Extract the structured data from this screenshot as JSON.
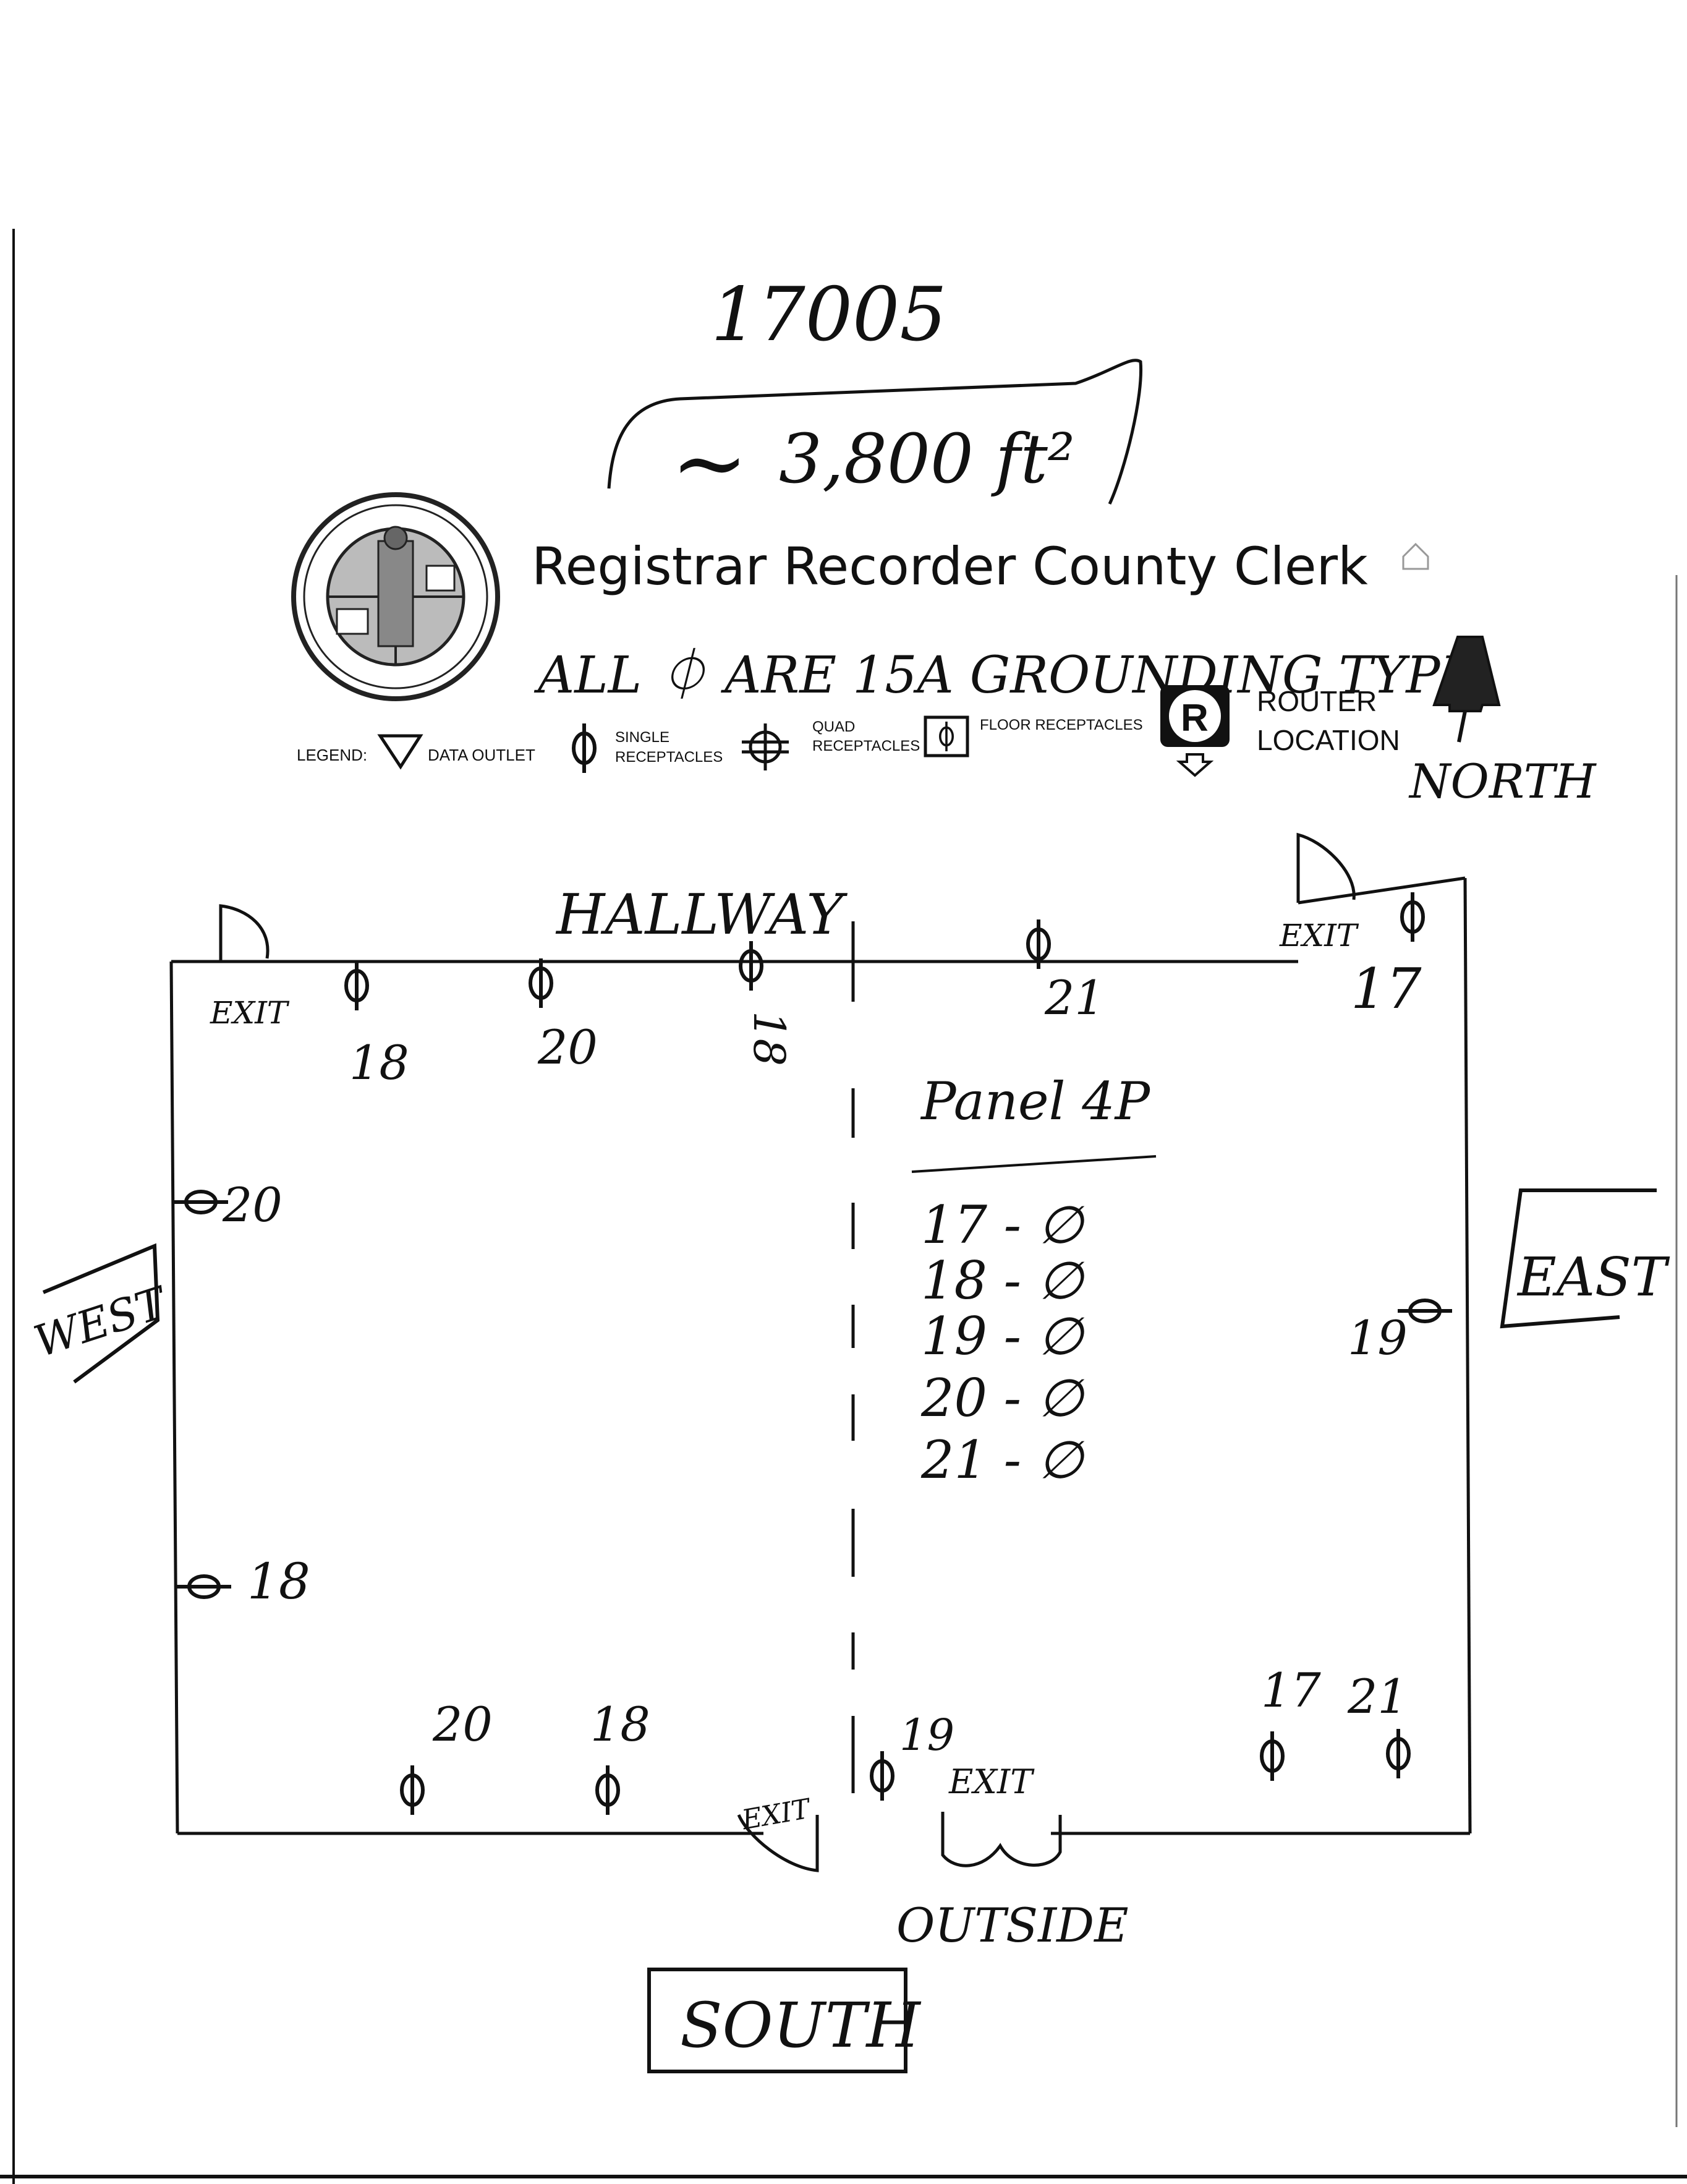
{
  "header": {
    "site_number": "17005",
    "area": "3,800 ft²",
    "agency_title": "Registrar Recorder County Clerk",
    "note": "ALL ⏀ ARE 15A GROUNDING TYPE"
  },
  "legend": {
    "label": "LEGEND:",
    "data_outlet": "DATA OUTLET",
    "single_receptacles": [
      "SINGLE",
      "RECEPTACLES"
    ],
    "quad_receptacles": [
      "QUAD",
      "RECEPTACLES"
    ],
    "floor_receptacles": "FLOOR RECEPTACLES",
    "router_symbol": "R",
    "router_location": [
      "ROUTER",
      "LOCATION"
    ]
  },
  "compass": {
    "north": "NORTH",
    "south": "SOUTH",
    "east": "EAST",
    "west": "WEST"
  },
  "room": {
    "hallway": "HALLWAY",
    "outside": "OUTSIDE",
    "exit_label": "EXIT"
  },
  "panel": {
    "title": "Panel 4P",
    "rows": [
      "17 - ∅",
      "18 - ∅",
      "19 - ∅",
      "20 - ∅",
      "21 - ∅"
    ]
  },
  "circuits": {
    "north_1": "18",
    "north_2": "20",
    "north_3": "18",
    "north_4": "21",
    "north_5": "17",
    "west_1": "20",
    "west_2": "18",
    "east_1": "19",
    "south_1": "20",
    "south_2": "18",
    "south_3": "19",
    "south_4": "17",
    "south_5": "21"
  }
}
